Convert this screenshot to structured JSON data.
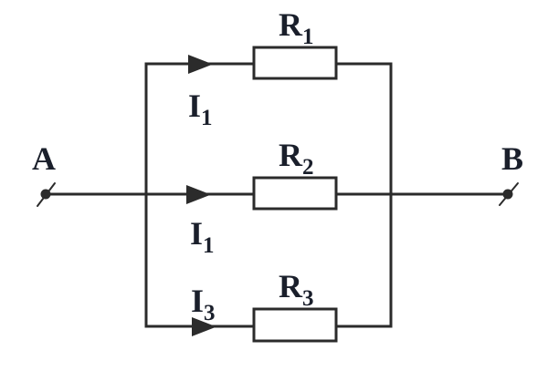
{
  "figure": {
    "description": "Parallel circuit: three resistors connected in parallel between terminal A and terminal B, with current arrows on each branch",
    "terminals": {
      "left": {
        "label": "A"
      },
      "right": {
        "label": "B"
      }
    },
    "branches": [
      {
        "position": "top",
        "resistor": {
          "base": "R",
          "sub": "1"
        },
        "current": {
          "base": "I",
          "sub": "1"
        }
      },
      {
        "position": "middle",
        "resistor": {
          "base": "R",
          "sub": "2"
        },
        "current": {
          "base": "I",
          "sub": "1"
        }
      },
      {
        "position": "bottom",
        "resistor": {
          "base": "R",
          "sub": "3"
        },
        "current": {
          "base": "I",
          "sub": "3"
        }
      }
    ],
    "colors": {
      "wire": "#2b2b2b",
      "text": "#1a1f2b",
      "background": "#ffffff"
    }
  }
}
